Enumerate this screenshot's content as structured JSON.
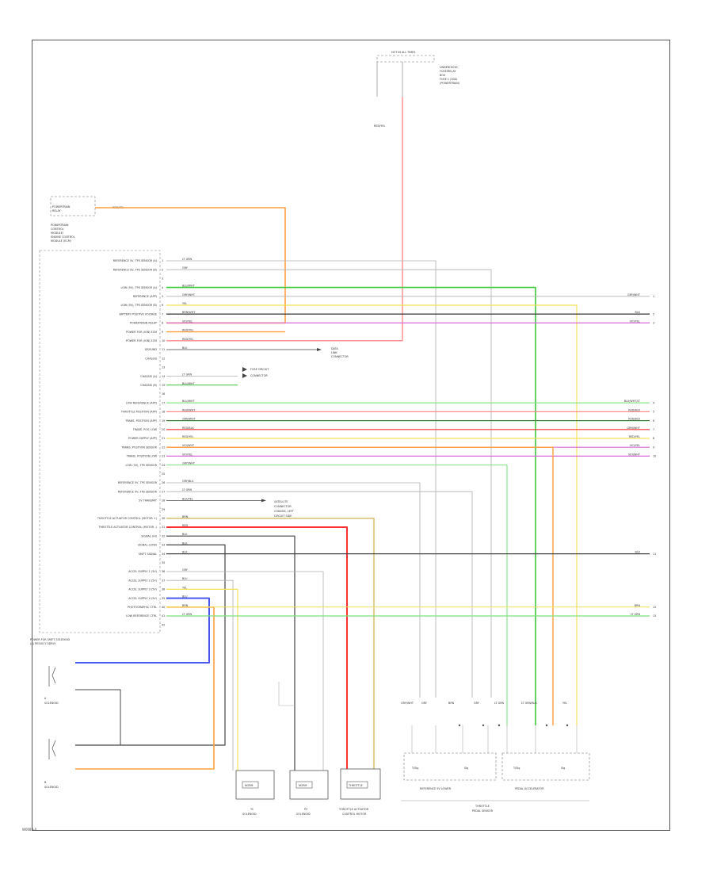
{
  "footer_code": "W0083-0",
  "top_connector": {
    "title": "HOT IN ALL TIMES",
    "wire": "RED/YEL",
    "label_lines": [
      "UNDERHOOD",
      "FUSE/RELAY",
      "BOX",
      "FUSE 1 (30A)",
      "(POWERTRAIN)"
    ]
  },
  "relay": {
    "label_lines": [
      "POWERTRAIN",
      "RELAY"
    ],
    "wire": "RED/YEL"
  },
  "module": {
    "title_lines": [
      "POWERTRAIN",
      "CONTROL",
      "MODULE/",
      "ENGINE CONTROL",
      "MODULE (ECM)"
    ]
  },
  "pins": [
    {
      "name": "REFERENCE 5V, TPS SENSOR (A)",
      "num": "1",
      "wire": "LT GRN"
    },
    {
      "name": "REFERENCE 5V, TPS SENSOR (B)",
      "num": "2",
      "wire": "GRY"
    },
    {
      "name": "",
      "num": "3",
      "wire": ""
    },
    {
      "name": "LOW (5V), TPS SENSOR (A)",
      "num": "4",
      "wire": "BLU/WHT"
    },
    {
      "name": "REFERENCE (APP)",
      "num": "5",
      "wire": "GRY/WHT"
    },
    {
      "name": "LOW (5V), TPS SENSOR (B)",
      "num": "6",
      "wire": "YEL"
    },
    {
      "name": "BATTERY POSITIVE VOLTAGE",
      "num": "7",
      "wire": "BRN/WHT"
    },
    {
      "name": "POWERTRAIN RELAY",
      "num": "8",
      "wire": "VIO/YEL"
    },
    {
      "name": "POWER FOR (IGN) ECM",
      "num": "9",
      "wire": "RED/YEL"
    },
    {
      "name": "POWER FOR (IGN) ECM",
      "num": "10",
      "wire": "RED/YEL"
    },
    {
      "name": "GROUND",
      "num": "11",
      "wire": "BLK"
    },
    {
      "name": "CHASSIS",
      "num": "12",
      "wire": ""
    },
    {
      "name": "",
      "num": "13",
      "wire": ""
    },
    {
      "name": "CHASSIS (A)",
      "num": "14",
      "wire": "LT GRN"
    },
    {
      "name": "CHASSIS (B)",
      "num": "15",
      "wire": "BLU/WHT"
    },
    {
      "name": "",
      "num": "16",
      "wire": ""
    },
    {
      "name": "LOW REFERENCE (APP)",
      "num": "17",
      "wire": "BLU/WHT"
    },
    {
      "name": "THROTTLE POSITION (APP)",
      "num": "18",
      "wire": "RED/WHT"
    },
    {
      "name": "TRANS. POSITION (APP)",
      "num": "19",
      "wire": "GRN/WHT"
    },
    {
      "name": "TRANS. POS. LOW",
      "num": "20",
      "wire": "RED/BLK"
    },
    {
      "name": "POWER SUPPLY (APP)",
      "num": "21",
      "wire": "RED/YEL"
    },
    {
      "name": "TRANS. POSITION SENSOR",
      "num": "22",
      "wire": "VIO/WHT"
    },
    {
      "name": "TRANS. POSITION LOW",
      "num": "23",
      "wire": "VIO/YEL"
    },
    {
      "name": "LOW (5V), TPS SENSOR",
      "num": "24",
      "wire": "GRY/WHT"
    },
    {
      "name": "",
      "num": "25",
      "wire": ""
    },
    {
      "name": "REFERENCE 5V, TPS SENSOR",
      "num": "26",
      "wire": "GRY/BLK"
    },
    {
      "name": "REFERENCE 5V, TPS SENSOR",
      "num": "27",
      "wire": "LT GRN"
    },
    {
      "name": "5V TRANSMIT",
      "num": "28",
      "wire": "BLK/YEL"
    },
    {
      "name": "",
      "num": "29",
      "wire": ""
    },
    {
      "name": "THROTTLE ACTUATOR CONTROL (MOTOR +)",
      "num": "30",
      "wire": "BRN"
    },
    {
      "name": "THROTTLE ACTUATOR CONTROL (MOTOR -)",
      "num": "31",
      "wire": "RED"
    },
    {
      "name": "SIGNAL (HI)",
      "num": "32",
      "wire": "BLK"
    },
    {
      "name": "SIGNAL (LOW)",
      "num": "33",
      "wire": "BLK"
    },
    {
      "name": "SHIFT SIGNAL",
      "num": "34",
      "wire": "BLK"
    },
    {
      "name": "",
      "num": "35",
      "wire": ""
    },
    {
      "name": "ACCEL SUPPLY 1 (5V)",
      "num": "36",
      "wire": "GRY"
    },
    {
      "name": "ACCEL SUPPLY 2 (5V)",
      "num": "37",
      "wire": "BLU"
    },
    {
      "name": "ACCEL SUPPLY 3 (5V)",
      "num": "38",
      "wire": "YEL"
    },
    {
      "name": "ACCEL SUPPLY 4 (5V)",
      "num": "39",
      "wire": "BLU"
    },
    {
      "name": "PHOTOGRAPHIC CTRL",
      "num": "40",
      "wire": "BRN"
    },
    {
      "name": "LOW REFERENCE CTRL",
      "num": "41",
      "wire": "LT GRN"
    },
    {
      "name": "",
      "num": "42",
      "wire": ""
    }
  ],
  "right_labels": [
    {
      "wire": "GRY/WHT",
      "ref": "1"
    },
    {
      "wire": "BLK",
      "ref": "2"
    },
    {
      "wire": "VIO/YEL",
      "ref": "3"
    },
    {
      "wire": "BLU/WHT/LT",
      "ref": "4"
    },
    {
      "wire": "RED/BLK",
      "ref": "5"
    },
    {
      "wire": "RED/BLK",
      "ref": "6"
    },
    {
      "wire": "GRN/WHT",
      "ref": "7"
    },
    {
      "wire": "RED/YEL",
      "ref": "8"
    },
    {
      "wire": "VIO/YEL",
      "ref": "9"
    },
    {
      "wire": "VIO/WHT",
      "ref": "10"
    },
    {
      "wire": "BLK",
      "ref": "11"
    },
    {
      "wire": "BRN",
      "ref": "12"
    },
    {
      "wire": "LT GRN",
      "ref": "13"
    }
  ],
  "annotations": {
    "data_link": [
      "DATA",
      "LINK",
      "CONNECTOR"
    ],
    "fuse_conn": [
      "FUSE CIRCUIT",
      "CONNECTOR"
    ],
    "mid_note": [
      "SATELLITE",
      "CONNECTOR",
      "CHASSIS, LEFT",
      "CIRCUIT SIDE"
    ],
    "solenoid_a_hdr": [
      "POWER FOR SHIFT SOLENOID",
      "(A) RESULT) ODRLY"
    ]
  },
  "solenoids_left": [
    {
      "label": "A",
      "sub": "SOLENOID"
    },
    {
      "label": "B",
      "sub": "SOLENOID"
    }
  ],
  "bottom_components": [
    {
      "box": "NORM",
      "label": [
        "TC",
        "SOLENOID"
      ]
    },
    {
      "box": "NORM",
      "label": [
        "PC",
        "SOLENOID"
      ]
    },
    {
      "box": "THROTTLE",
      "label": [
        "THROTTLE ACTUATOR",
        "CONTROL MOTOR"
      ]
    }
  ],
  "bottom_sensor_group": {
    "label": [
      "THROTTLE",
      "PEDAL SENSOR"
    ],
    "sub_left": "REFERENCE 5V LOWER",
    "sub_right": "PEDAL ACCELERATOR",
    "box_labels": [
      "T/Sig",
      "Sig",
      "T/Sig",
      "Sig"
    ]
  },
  "bottom_wire_labels": [
    "GRY/WHT",
    "GRY",
    "BRN",
    "GRY",
    "LT GRN",
    "LT GRN/BLK",
    "YEL"
  ],
  "colors": {
    "red": "#ff3030",
    "pink": "#ff8a8a",
    "orange": "#ffa040",
    "yellow": "#f2e15a",
    "green": "#3cc83c",
    "ltgreen": "#7be07b",
    "violet": "#d76ad7",
    "blue": "#4a5af0",
    "black": "#444444",
    "gray": "#b0b0b0",
    "tan": "#d8c27a"
  }
}
